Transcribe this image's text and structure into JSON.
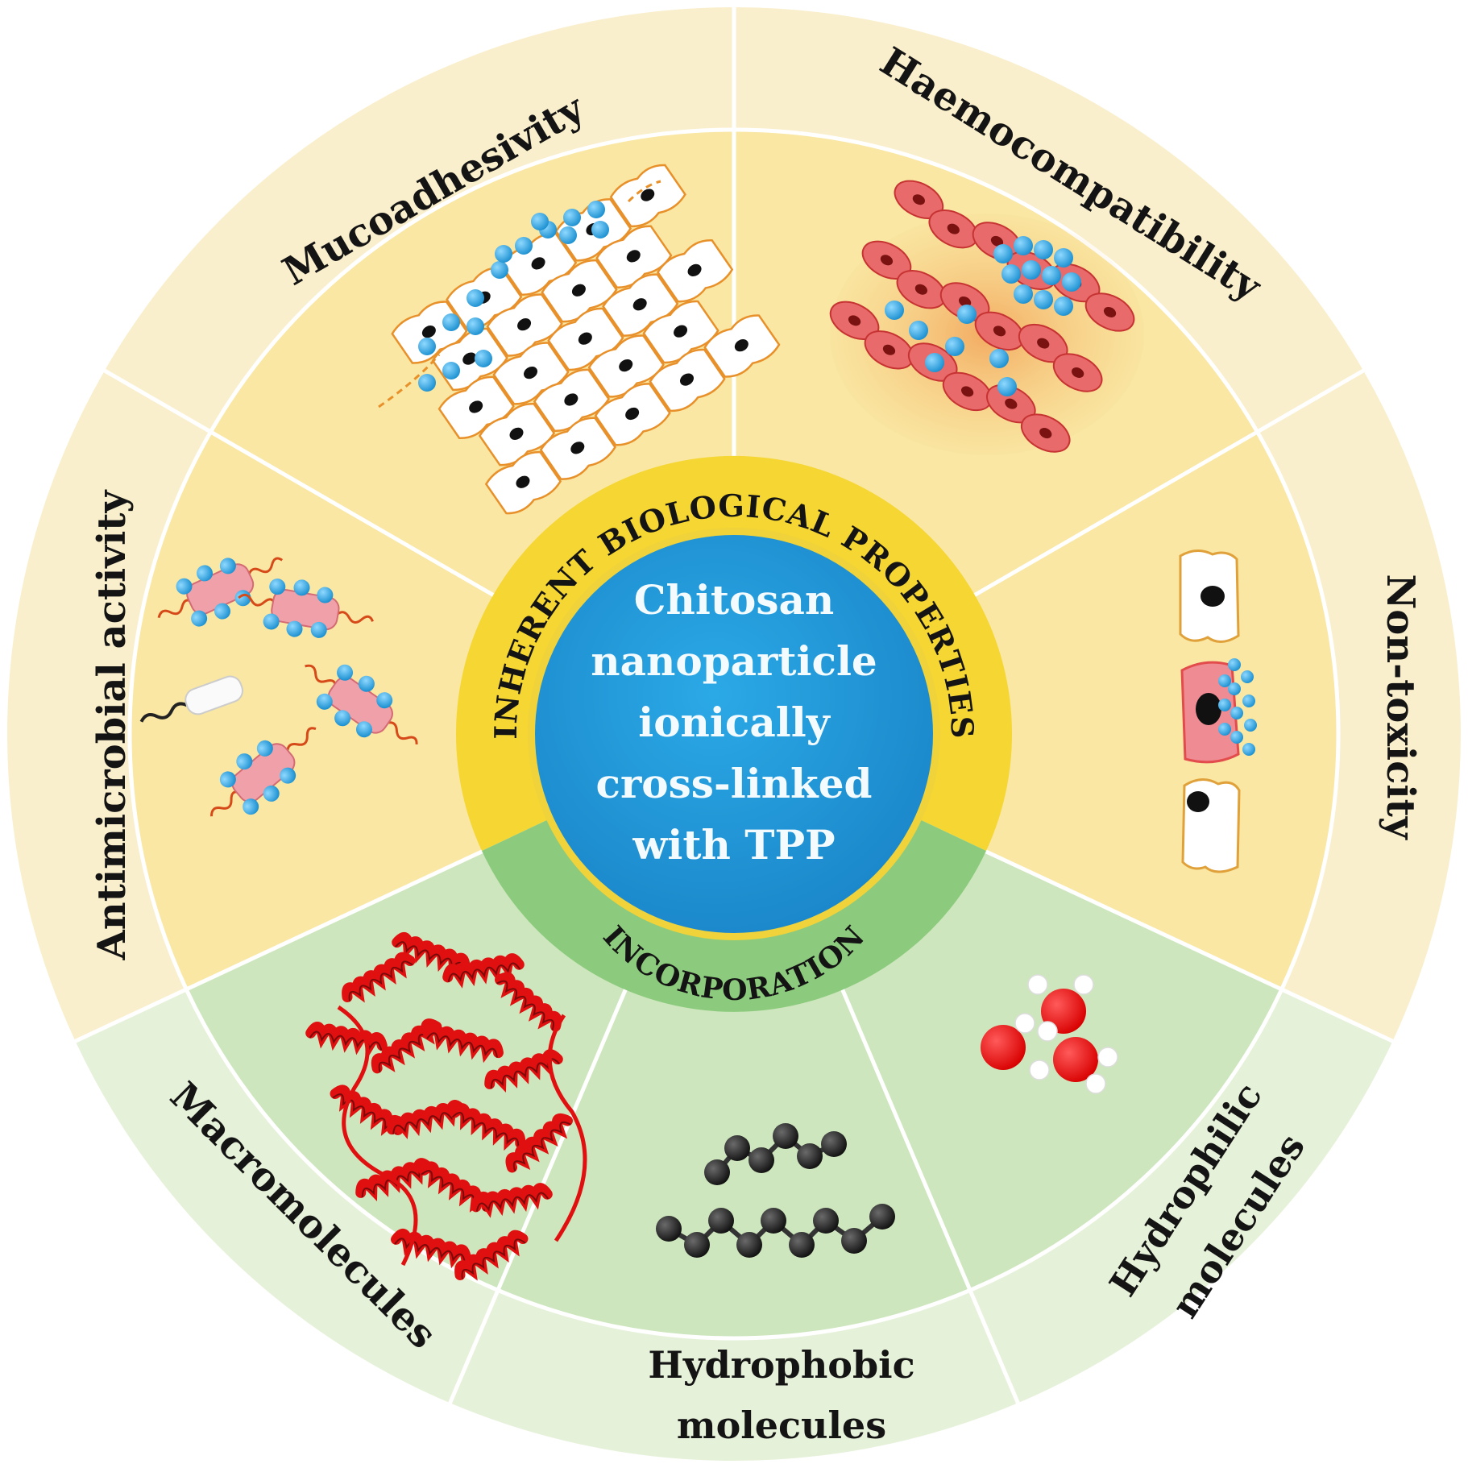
{
  "center": {
    "lines": [
      "Chitosan",
      "nanoparticle",
      "ionically",
      "cross-linked",
      "with TPP"
    ]
  },
  "inner_ring": {
    "top_label": "INHERENT BIOLOGICAL PROPERTIES",
    "bottom_label": "INCORPORATION"
  },
  "outer_labels": {
    "mucoadhesivity": "Mucoadhesivity",
    "haemocompatibility": "Haemocompatibility",
    "non_toxicity": "Non-toxicity",
    "antimicrobial": "Antimicrobial activity",
    "macromolecules": "Macromolecules",
    "hydrophobic_line1": "Hydrophobic",
    "hydrophobic_line2": "molecules",
    "hydrophilic_line1": "Hydrophilic",
    "hydrophilic_line2": "molecules"
  },
  "colors": {
    "yellow_band": "#faefcc",
    "yellow_sector": "#f9e7a3",
    "yellow_ring": "#f5d632",
    "green_band": "#e6f1d9",
    "green_sector": "#cde6bd",
    "green_ring": "#8ccb7d",
    "core": "#1f97d8",
    "nanoparticle": "#2aa2dc",
    "cell_red": "#e34c4c",
    "protein_red": "#e01010"
  }
}
